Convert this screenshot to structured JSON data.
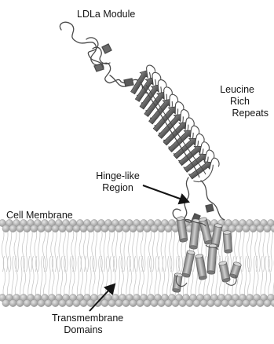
{
  "labels": {
    "ldla_module": "LDLa Module",
    "lrr_line1": "Leucine",
    "lrr_line2": "Rich",
    "lrr_line3": "Repeats",
    "hinge_line1": "Hinge-like",
    "hinge_line2": "Region",
    "cell_membrane": "Cell Membrane",
    "tm_line1": "Transmembrane",
    "tm_line2": "Domains"
  },
  "colors": {
    "lipid_head": "#b5b5b5",
    "lipid_tail": "#c8c8c8",
    "ribbon": "#4a4a4a",
    "helix": "#9c9c9c",
    "text": "#141414"
  }
}
